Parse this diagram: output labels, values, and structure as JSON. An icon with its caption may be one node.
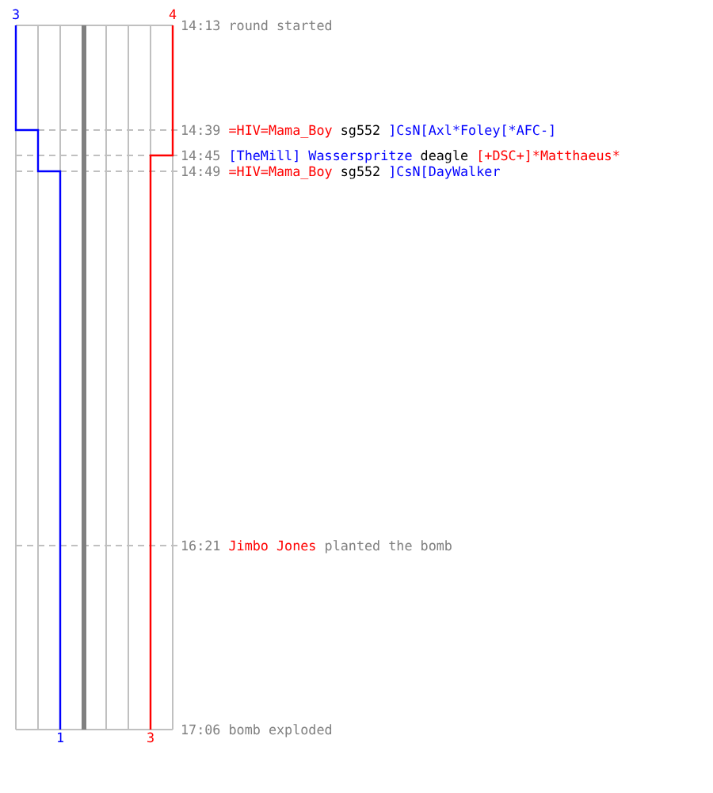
{
  "diagram": {
    "labels": [
      "3",
      "4",
      "14:13",
      "round started",
      "14:39",
      "=HIV=Mama_Boy",
      "sg552",
      "]CsN[Axl*Foley[*AFC-]",
      "14:45",
      "[TheMill] Wasserspritze",
      "deagle",
      "[+DSC+]*Matthaeus*",
      "14:49",
      "=HIV=Mama_Boy",
      "sg552",
      "]CsN[DayWalker",
      "16:21",
      "Jimbo Jones",
      "planted the bomb",
      "17:06",
      "bomb exploded",
      "1",
      "3"
    ]
  }
}
